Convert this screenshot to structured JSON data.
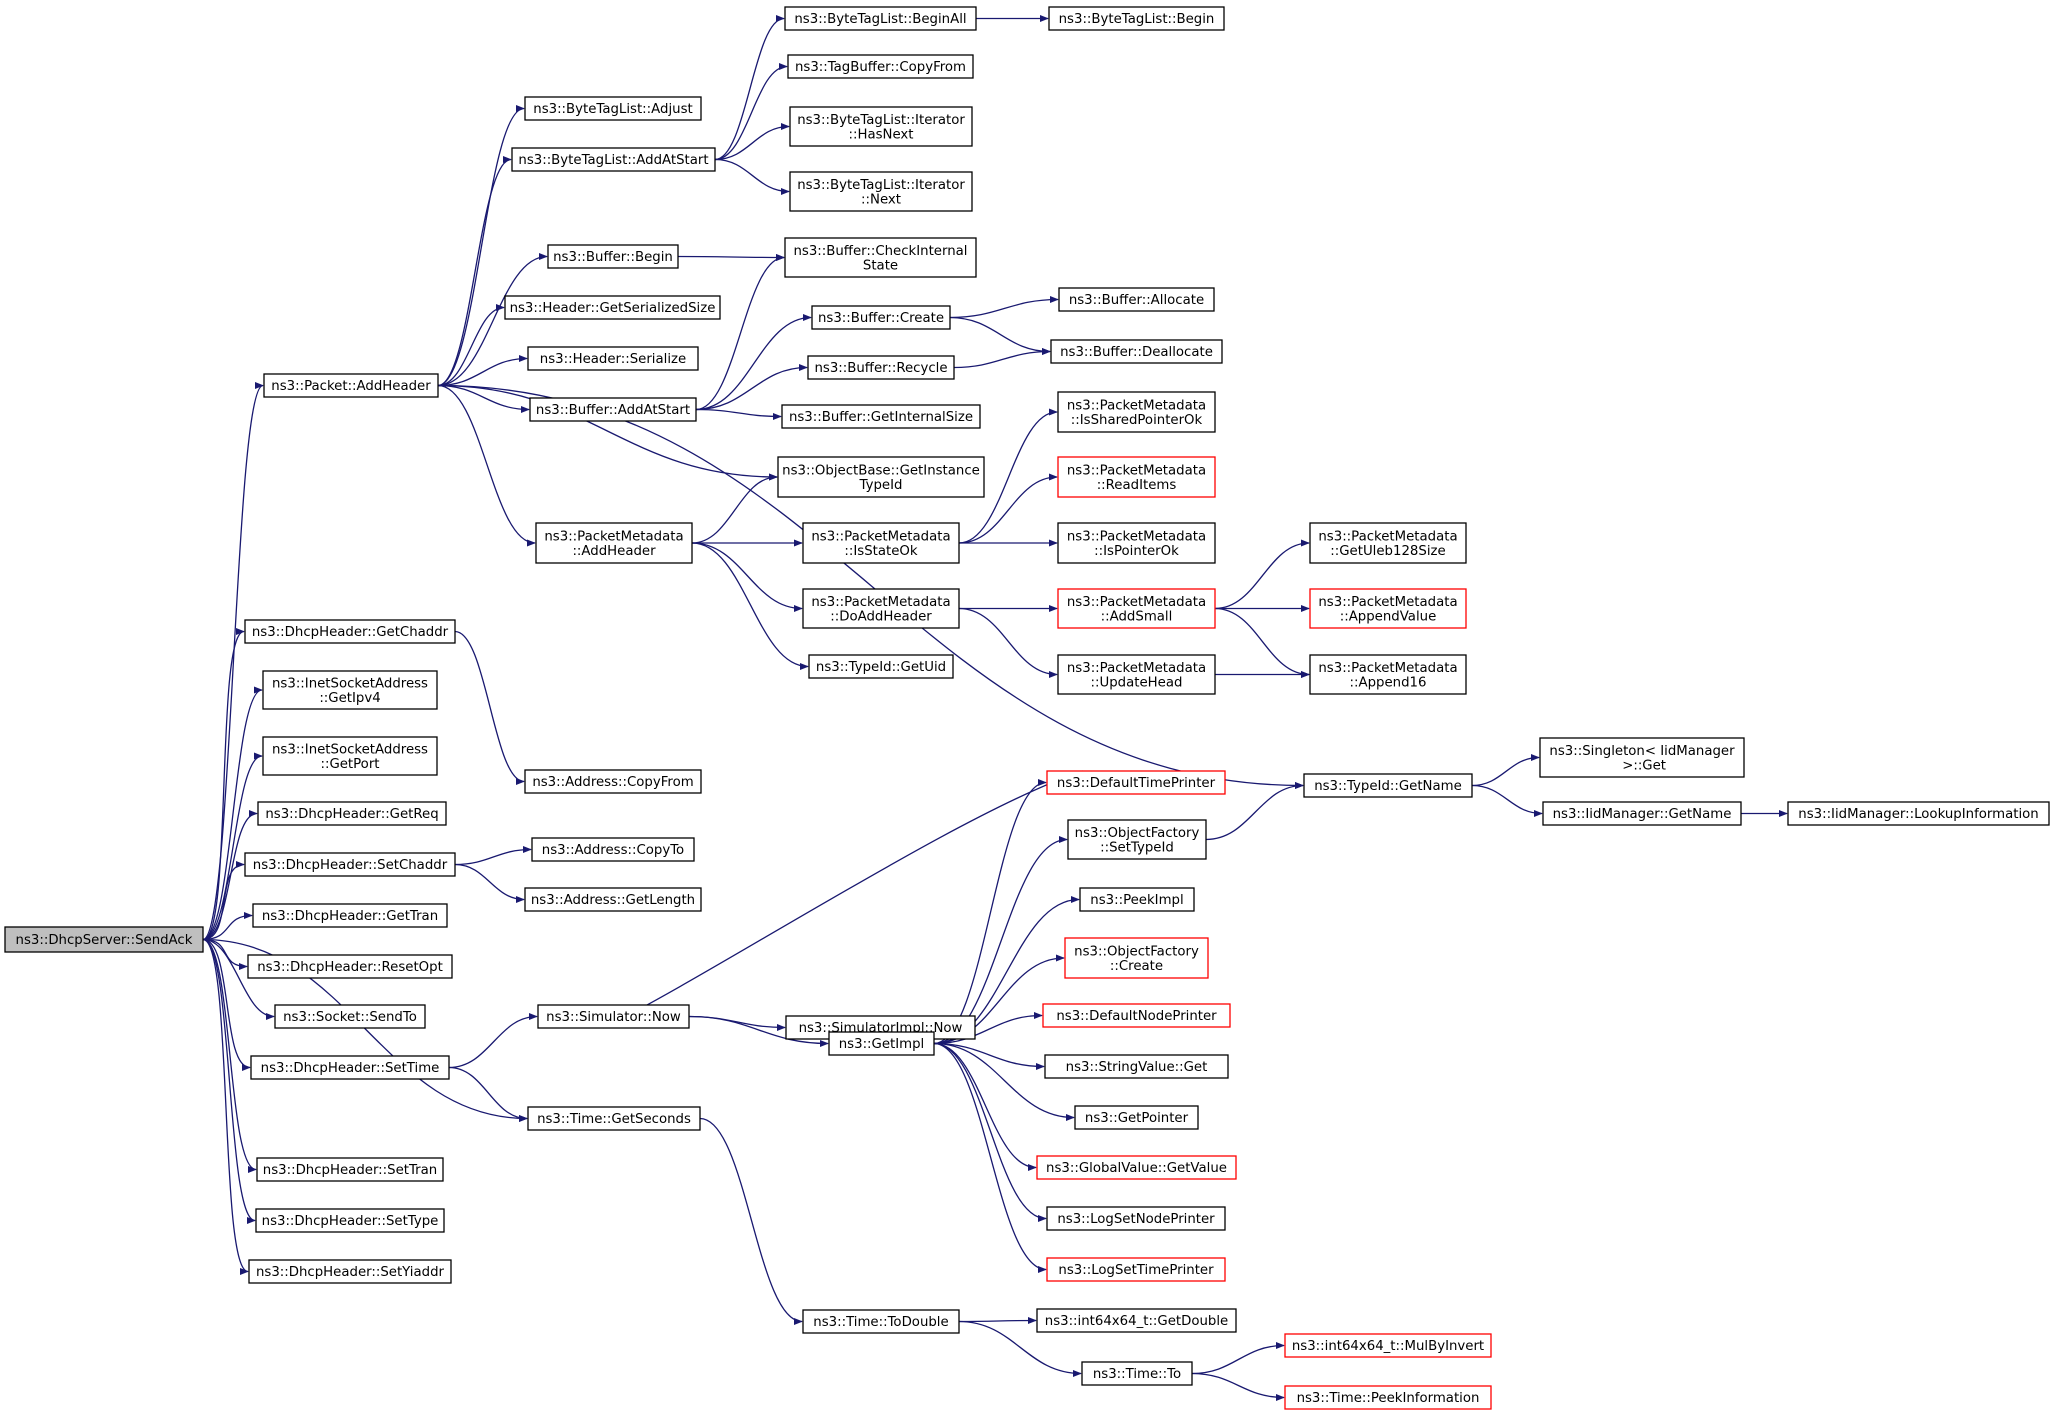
{
  "graph": {
    "nodes": [
      {
        "id": "sendack",
        "lines": [
          "ns3::DhcpServer::SendAck"
        ],
        "root": true
      },
      {
        "id": "addheader",
        "lines": [
          "ns3::Packet::AddHeader"
        ]
      },
      {
        "id": "getchaddr",
        "lines": [
          "ns3::DhcpHeader::GetChaddr"
        ]
      },
      {
        "id": "getipv4",
        "lines": [
          "ns3::InetSocketAddress",
          "::GetIpv4"
        ]
      },
      {
        "id": "getport",
        "lines": [
          "ns3::InetSocketAddress",
          "::GetPort"
        ]
      },
      {
        "id": "getreq",
        "lines": [
          "ns3::DhcpHeader::GetReq"
        ]
      },
      {
        "id": "setchaddr",
        "lines": [
          "ns3::DhcpHeader::SetChaddr"
        ]
      },
      {
        "id": "gettran",
        "lines": [
          "ns3::DhcpHeader::GetTran"
        ]
      },
      {
        "id": "resetopt",
        "lines": [
          "ns3::DhcpHeader::ResetOpt"
        ]
      },
      {
        "id": "sendto",
        "lines": [
          "ns3::Socket::SendTo"
        ]
      },
      {
        "id": "settime",
        "lines": [
          "ns3::DhcpHeader::SetTime"
        ]
      },
      {
        "id": "settran",
        "lines": [
          "ns3::DhcpHeader::SetTran"
        ]
      },
      {
        "id": "settype",
        "lines": [
          "ns3::DhcpHeader::SetType"
        ]
      },
      {
        "id": "setyiaddr",
        "lines": [
          "ns3::DhcpHeader::SetYiaddr"
        ]
      },
      {
        "id": "btl_adjust",
        "lines": [
          "ns3::ByteTagList::Adjust"
        ]
      },
      {
        "id": "btl_addatstart",
        "lines": [
          "ns3::ByteTagList::AddAtStart"
        ]
      },
      {
        "id": "buf_begin",
        "lines": [
          "ns3::Buffer::Begin"
        ]
      },
      {
        "id": "hdr_getsersize",
        "lines": [
          "ns3::Header::GetSerializedSize"
        ]
      },
      {
        "id": "hdr_serialize",
        "lines": [
          "ns3::Header::Serialize"
        ]
      },
      {
        "id": "buf_addatstart",
        "lines": [
          "ns3::Buffer::AddAtStart"
        ]
      },
      {
        "id": "pm_addheader",
        "lines": [
          "ns3::PacketMetadata",
          "::AddHeader"
        ]
      },
      {
        "id": "addr_copyfrom",
        "lines": [
          "ns3::Address::CopyFrom"
        ]
      },
      {
        "id": "addr_copyto",
        "lines": [
          "ns3::Address::CopyTo"
        ]
      },
      {
        "id": "addr_getlength",
        "lines": [
          "ns3::Address::GetLength"
        ]
      },
      {
        "id": "sim_now",
        "lines": [
          "ns3::Simulator::Now"
        ]
      },
      {
        "id": "time_getseconds",
        "lines": [
          "ns3::Time::GetSeconds"
        ]
      },
      {
        "id": "btl_beginall",
        "lines": [
          "ns3::ByteTagList::BeginAll"
        ]
      },
      {
        "id": "tb_copyfrom",
        "lines": [
          "ns3::TagBuffer::CopyFrom"
        ]
      },
      {
        "id": "btl_it_hasnext",
        "lines": [
          "ns3::ByteTagList::Iterator",
          "::HasNext"
        ]
      },
      {
        "id": "btl_it_next",
        "lines": [
          "ns3::ByteTagList::Iterator",
          "::Next"
        ]
      },
      {
        "id": "buf_checkinternal",
        "lines": [
          "ns3::Buffer::CheckInternal",
          "State"
        ]
      },
      {
        "id": "buf_create",
        "lines": [
          "ns3::Buffer::Create"
        ]
      },
      {
        "id": "buf_recycle",
        "lines": [
          "ns3::Buffer::Recycle"
        ]
      },
      {
        "id": "buf_getinternalsize",
        "lines": [
          "ns3::Buffer::GetInternalSize"
        ]
      },
      {
        "id": "ob_getinstancetypeid",
        "lines": [
          "ns3::ObjectBase::GetInstance",
          "TypeId"
        ]
      },
      {
        "id": "pm_isstateok",
        "lines": [
          "ns3::PacketMetadata",
          "::IsStateOk"
        ]
      },
      {
        "id": "pm_doaddheader",
        "lines": [
          "ns3::PacketMetadata",
          "::DoAddHeader"
        ]
      },
      {
        "id": "typeid_getuid",
        "lines": [
          "ns3::TypeId::GetUid"
        ]
      },
      {
        "id": "simimpl_now",
        "lines": [
          "ns3::SimulatorImpl::Now"
        ]
      },
      {
        "id": "getimpl",
        "lines": [
          "ns3::GetImpl"
        ]
      },
      {
        "id": "time_todouble",
        "lines": [
          "ns3::Time::ToDouble"
        ]
      },
      {
        "id": "btl_begin",
        "lines": [
          "ns3::ByteTagList::Begin"
        ]
      },
      {
        "id": "buf_allocate",
        "lines": [
          "ns3::Buffer::Allocate"
        ]
      },
      {
        "id": "buf_deallocate",
        "lines": [
          "ns3::Buffer::Deallocate"
        ]
      },
      {
        "id": "pm_issharedpointerok",
        "lines": [
          "ns3::PacketMetadata",
          "::IsSharedPointerOk"
        ]
      },
      {
        "id": "pm_readitems",
        "lines": [
          "ns3::PacketMetadata",
          "::ReadItems"
        ],
        "red": true
      },
      {
        "id": "pm_ispointerok",
        "lines": [
          "ns3::PacketMetadata",
          "::IsPointerOk"
        ]
      },
      {
        "id": "pm_addsmall",
        "lines": [
          "ns3::PacketMetadata",
          "::AddSmall"
        ],
        "red": true
      },
      {
        "id": "pm_updatehead",
        "lines": [
          "ns3::PacketMetadata",
          "::UpdateHead"
        ]
      },
      {
        "id": "defaulttimeprinter",
        "lines": [
          "ns3::DefaultTimePrinter"
        ],
        "red": true
      },
      {
        "id": "of_settypeid",
        "lines": [
          "ns3::ObjectFactory",
          "::SetTypeId"
        ]
      },
      {
        "id": "peekimpl",
        "lines": [
          "ns3::PeekImpl"
        ]
      },
      {
        "id": "of_create",
        "lines": [
          "ns3::ObjectFactory",
          "::Create"
        ],
        "red": true
      },
      {
        "id": "defaultnodeprinter",
        "lines": [
          "ns3::DefaultNodePrinter"
        ],
        "red": true
      },
      {
        "id": "stringvalue_get",
        "lines": [
          "ns3::StringValue::Get"
        ]
      },
      {
        "id": "getpointer",
        "lines": [
          "ns3::GetPointer"
        ]
      },
      {
        "id": "gv_getvalue",
        "lines": [
          "ns3::GlobalValue::GetValue"
        ],
        "red": true
      },
      {
        "id": "logsetnodeprinter",
        "lines": [
          "ns3::LogSetNodePrinter"
        ]
      },
      {
        "id": "logsettimeprinter",
        "lines": [
          "ns3::LogSetTimePrinter"
        ],
        "red": true
      },
      {
        "id": "int64_getdouble",
        "lines": [
          "ns3::int64x64_t::GetDouble"
        ]
      },
      {
        "id": "time_to",
        "lines": [
          "ns3::Time::To"
        ]
      },
      {
        "id": "pm_getuleb128size",
        "lines": [
          "ns3::PacketMetadata",
          "::GetUleb128Size"
        ]
      },
      {
        "id": "pm_appendvalue",
        "lines": [
          "ns3::PacketMetadata",
          "::AppendValue"
        ],
        "red": true
      },
      {
        "id": "pm_append16",
        "lines": [
          "ns3::PacketMetadata",
          "::Append16"
        ]
      },
      {
        "id": "typeid_getname",
        "lines": [
          "ns3::TypeId::GetName"
        ]
      },
      {
        "id": "int64_mulbyinvert",
        "lines": [
          "ns3::int64x64_t::MulByInvert"
        ],
        "red": true
      },
      {
        "id": "time_peekinformation",
        "lines": [
          "ns3::Time::PeekInformation"
        ],
        "red": true
      },
      {
        "id": "singleton_get",
        "lines": [
          "ns3::Singleton< IidManager",
          " >::Get"
        ]
      },
      {
        "id": "iid_getname",
        "lines": [
          "ns3::IidManager::GetName"
        ]
      },
      {
        "id": "iid_lookupinformation",
        "lines": [
          "ns3::IidManager::LookupInformation"
        ]
      }
    ],
    "edges": [
      [
        "sendack",
        "addheader"
      ],
      [
        "sendack",
        "getchaddr"
      ],
      [
        "sendack",
        "getipv4"
      ],
      [
        "sendack",
        "getport"
      ],
      [
        "sendack",
        "getreq"
      ],
      [
        "sendack",
        "setchaddr"
      ],
      [
        "sendack",
        "gettran"
      ],
      [
        "sendack",
        "resetopt"
      ],
      [
        "sendack",
        "sendto"
      ],
      [
        "sendack",
        "settime"
      ],
      [
        "sendack",
        "time_getseconds"
      ],
      [
        "sendack",
        "settran"
      ],
      [
        "sendack",
        "settype"
      ],
      [
        "sendack",
        "setyiaddr"
      ],
      [
        "addheader",
        "btl_adjust"
      ],
      [
        "addheader",
        "btl_addatstart"
      ],
      [
        "addheader",
        "buf_begin"
      ],
      [
        "addheader",
        "hdr_getsersize"
      ],
      [
        "addheader",
        "hdr_serialize"
      ],
      [
        "addheader",
        "buf_addatstart"
      ],
      [
        "addheader",
        "ob_getinstancetypeid"
      ],
      [
        "addheader",
        "pm_addheader"
      ],
      [
        "addheader",
        "typeid_getname"
      ],
      [
        "getchaddr",
        "addr_copyfrom"
      ],
      [
        "setchaddr",
        "addr_copyto"
      ],
      [
        "setchaddr",
        "addr_getlength"
      ],
      [
        "settime",
        "sim_now"
      ],
      [
        "settime",
        "time_getseconds"
      ],
      [
        "btl_addatstart",
        "btl_beginall"
      ],
      [
        "btl_addatstart",
        "tb_copyfrom"
      ],
      [
        "btl_addatstart",
        "btl_it_hasnext"
      ],
      [
        "btl_addatstart",
        "btl_it_next"
      ],
      [
        "btl_beginall",
        "btl_begin"
      ],
      [
        "buf_begin",
        "buf_checkinternal"
      ],
      [
        "buf_addatstart",
        "buf_checkinternal"
      ],
      [
        "buf_addatstart",
        "buf_create"
      ],
      [
        "buf_addatstart",
        "buf_recycle"
      ],
      [
        "buf_addatstart",
        "buf_getinternalsize"
      ],
      [
        "buf_create",
        "buf_allocate"
      ],
      [
        "buf_create",
        "buf_deallocate"
      ],
      [
        "buf_recycle",
        "buf_deallocate"
      ],
      [
        "pm_addheader",
        "ob_getinstancetypeid"
      ],
      [
        "pm_addheader",
        "pm_isstateok"
      ],
      [
        "pm_addheader",
        "pm_doaddheader"
      ],
      [
        "pm_addheader",
        "typeid_getuid"
      ],
      [
        "pm_isstateok",
        "pm_issharedpointerok"
      ],
      [
        "pm_isstateok",
        "pm_readitems"
      ],
      [
        "pm_isstateok",
        "pm_ispointerok"
      ],
      [
        "pm_doaddheader",
        "pm_addsmall"
      ],
      [
        "pm_doaddheader",
        "pm_updatehead"
      ],
      [
        "pm_addsmall",
        "pm_getuleb128size"
      ],
      [
        "pm_addsmall",
        "pm_appendvalue"
      ],
      [
        "pm_addsmall",
        "pm_append16"
      ],
      [
        "pm_updatehead",
        "pm_append16"
      ],
      [
        "sim_now",
        "simimpl_now"
      ],
      [
        "sim_now",
        "getimpl"
      ],
      [
        "time_getseconds",
        "time_todouble"
      ],
      [
        "getimpl",
        "defaulttimeprinter"
      ],
      [
        "getimpl",
        "of_settypeid"
      ],
      [
        "getimpl",
        "peekimpl"
      ],
      [
        "getimpl",
        "of_create"
      ],
      [
        "getimpl",
        "defaultnodeprinter"
      ],
      [
        "getimpl",
        "stringvalue_get"
      ],
      [
        "getimpl",
        "getpointer"
      ],
      [
        "getimpl",
        "gv_getvalue"
      ],
      [
        "getimpl",
        "logsetnodeprinter"
      ],
      [
        "getimpl",
        "logsettimeprinter"
      ],
      [
        "defaulttimeprinter",
        "sim_now"
      ],
      [
        "of_settypeid",
        "typeid_getname"
      ],
      [
        "typeid_getname",
        "singleton_get"
      ],
      [
        "typeid_getname",
        "iid_getname"
      ],
      [
        "iid_getname",
        "iid_lookupinformation"
      ],
      [
        "time_todouble",
        "int64_getdouble"
      ],
      [
        "time_todouble",
        "time_to"
      ],
      [
        "time_to",
        "int64_mulbyinvert"
      ],
      [
        "time_to",
        "time_peekinformation"
      ]
    ]
  }
}
